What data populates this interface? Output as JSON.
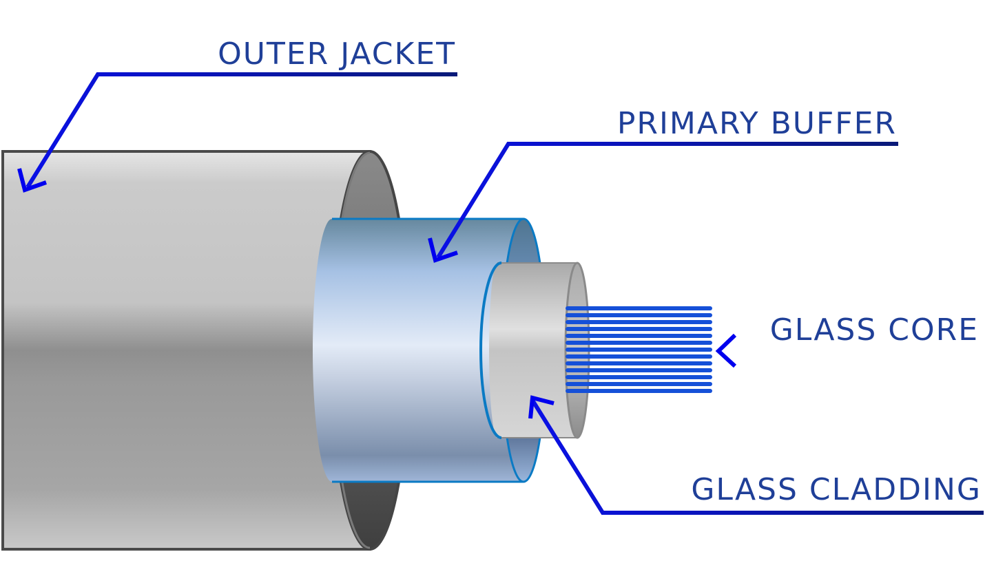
{
  "title": "Fiber optic cable cross-section",
  "colors": {
    "label_text": "#1f3f98",
    "leader_line": "#0000ee",
    "jacket_gray": "#bdbdbd",
    "buffer_blue": "#a9c3e6",
    "buffer_edge": "#0a7ac4",
    "cladding_gray": "#cfcfcf",
    "core_blue": "#1550d8"
  },
  "labels": {
    "outer_jacket": "OUTER JACKET",
    "primary_buffer": "PRIMARY BUFFER",
    "glass_core": "GLASS CORE",
    "glass_cladding": "GLASS CLADDING"
  },
  "core_fiber_count": 13
}
